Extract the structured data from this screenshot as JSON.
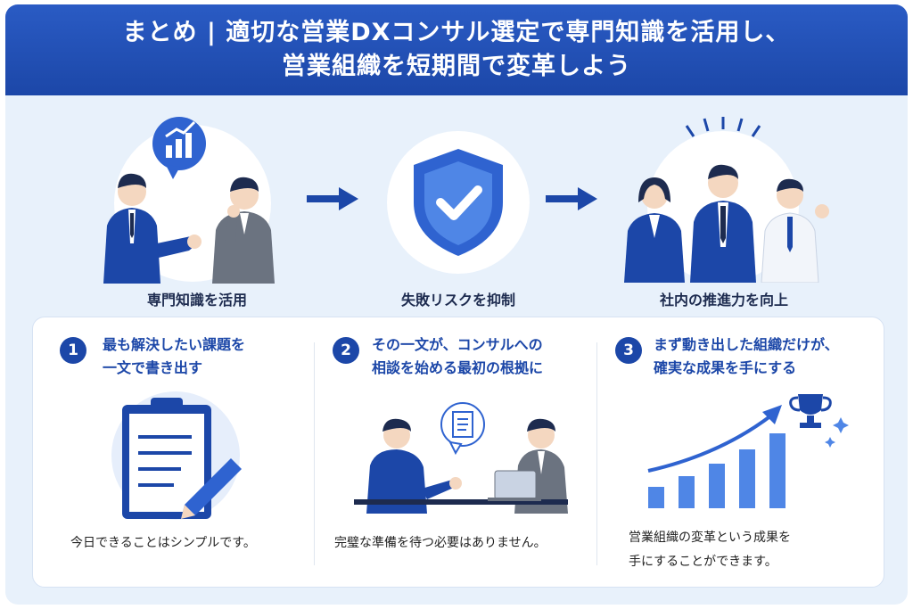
{
  "header": {
    "line1": "まとめ | 適切な営業DXコンサル選定で専門知識を活用し、",
    "line2": "営業組織を短期間で変革しよう"
  },
  "flow": [
    {
      "label": "専門知識を活用",
      "icon": "consultation-chart-icon"
    },
    {
      "label": "失敗リスクを抑制",
      "icon": "shield-check-icon"
    },
    {
      "label": "社内の推進力を向上",
      "icon": "team-cheering-icon"
    }
  ],
  "steps": [
    {
      "num": "1",
      "title1": "最も解決したい課題を",
      "title2": "一文で書き出す",
      "body1": "今日できることはシンプルです。",
      "body2": "",
      "icon": "clipboard-pencil-icon"
    },
    {
      "num": "2",
      "title1": "その一文が、コンサルへの",
      "title2": "相談を始める最初の根拠に",
      "body1": "完璧な準備を待つ必要はありません。",
      "body2": "",
      "icon": "meeting-document-icon"
    },
    {
      "num": "3",
      "title1": "まず動き出した組織だけが、",
      "title2": "確実な成果を手にする",
      "body1": "営業組織の変革という成果を",
      "body2": "手にすることができます。",
      "icon": "growth-trophy-icon"
    }
  ],
  "colors": {
    "primary": "#1c47a8",
    "accent": "#2f63d0",
    "background": "#e8f1fb"
  }
}
